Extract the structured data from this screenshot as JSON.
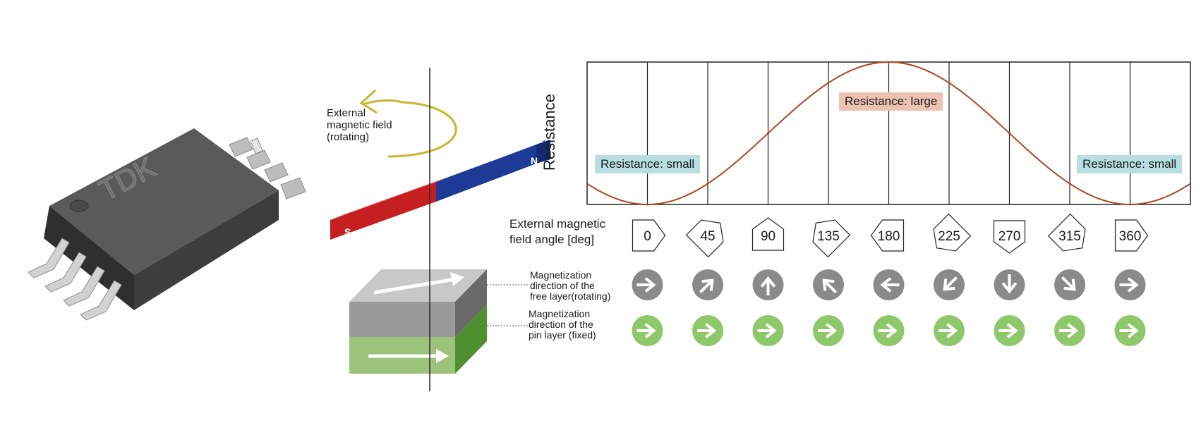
{
  "chip": {
    "brand_text": "TDK"
  },
  "magnet": {
    "field_label": [
      "External",
      "magnetic field",
      "(rotating)"
    ],
    "south_label": "S",
    "north_label": "N",
    "colors": {
      "south": "#d42a2a",
      "north": "#1f3d9c",
      "arrow": "#c9b62a"
    }
  },
  "layers": {
    "free_label": [
      "Magnetization",
      "direction of the",
      "free layer(rotating)"
    ],
    "pin_label": [
      "Magnetization",
      "direction of the",
      "pin layer (fixed)"
    ],
    "colors": {
      "free": "#9a9a9a",
      "pin": "#9cc37a",
      "pin_side": "#5a9a3a"
    }
  },
  "chart": {
    "ylabel": "Resistance",
    "curve_color": "#b2451f",
    "tags": {
      "small_left": "Resistance: small",
      "large": "Resistance: large",
      "small_right": "Resistance: small"
    },
    "tag_colors": {
      "small": "#b7dfe2",
      "large": "#ecc2b2"
    }
  },
  "chart_data": {
    "type": "line",
    "ylabel": "Resistance",
    "xlabel": "External magnetic field angle [deg]",
    "x": [
      0,
      45,
      90,
      135,
      180,
      225,
      270,
      315,
      360
    ],
    "xlim": [
      -45,
      405
    ],
    "ylim": [
      -1,
      1
    ],
    "series": [
      {
        "values": [
          -1,
          -0.707,
          0,
          0.707,
          1,
          0.707,
          0,
          -0.707,
          -1
        ]
      }
    ],
    "annotations": [
      "Resistance: small",
      "Resistance: large",
      "Resistance: small"
    ],
    "grid": true
  },
  "angles": {
    "axis_label": [
      "External magnetic",
      "field angle  [deg]"
    ],
    "values": [
      "0",
      "45",
      "90",
      "135",
      "180",
      "225",
      "270",
      "315",
      "360"
    ],
    "free_dirs": [
      0,
      45,
      90,
      135,
      180,
      225,
      270,
      315,
      360
    ],
    "pin_dirs": [
      0,
      0,
      0,
      0,
      0,
      0,
      0,
      0,
      0
    ],
    "free_color": "#8a8a8a",
    "pin_color": "#8ec86a"
  }
}
